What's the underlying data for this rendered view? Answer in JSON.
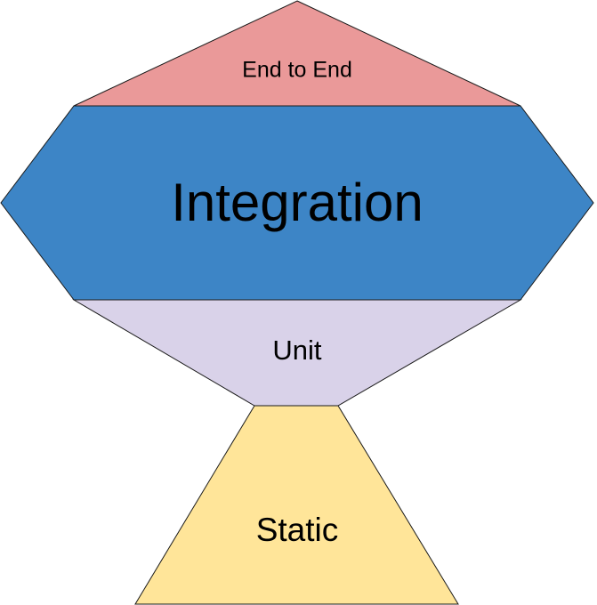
{
  "diagram": {
    "layers": {
      "end_to_end": {
        "label": "End to End",
        "color": "#EA9999"
      },
      "integration": {
        "label": "Integration",
        "color": "#3D85C6"
      },
      "unit": {
        "label": "Unit",
        "color": "#D9D2E9"
      },
      "static": {
        "label": "Static",
        "color": "#FFE599"
      }
    }
  }
}
